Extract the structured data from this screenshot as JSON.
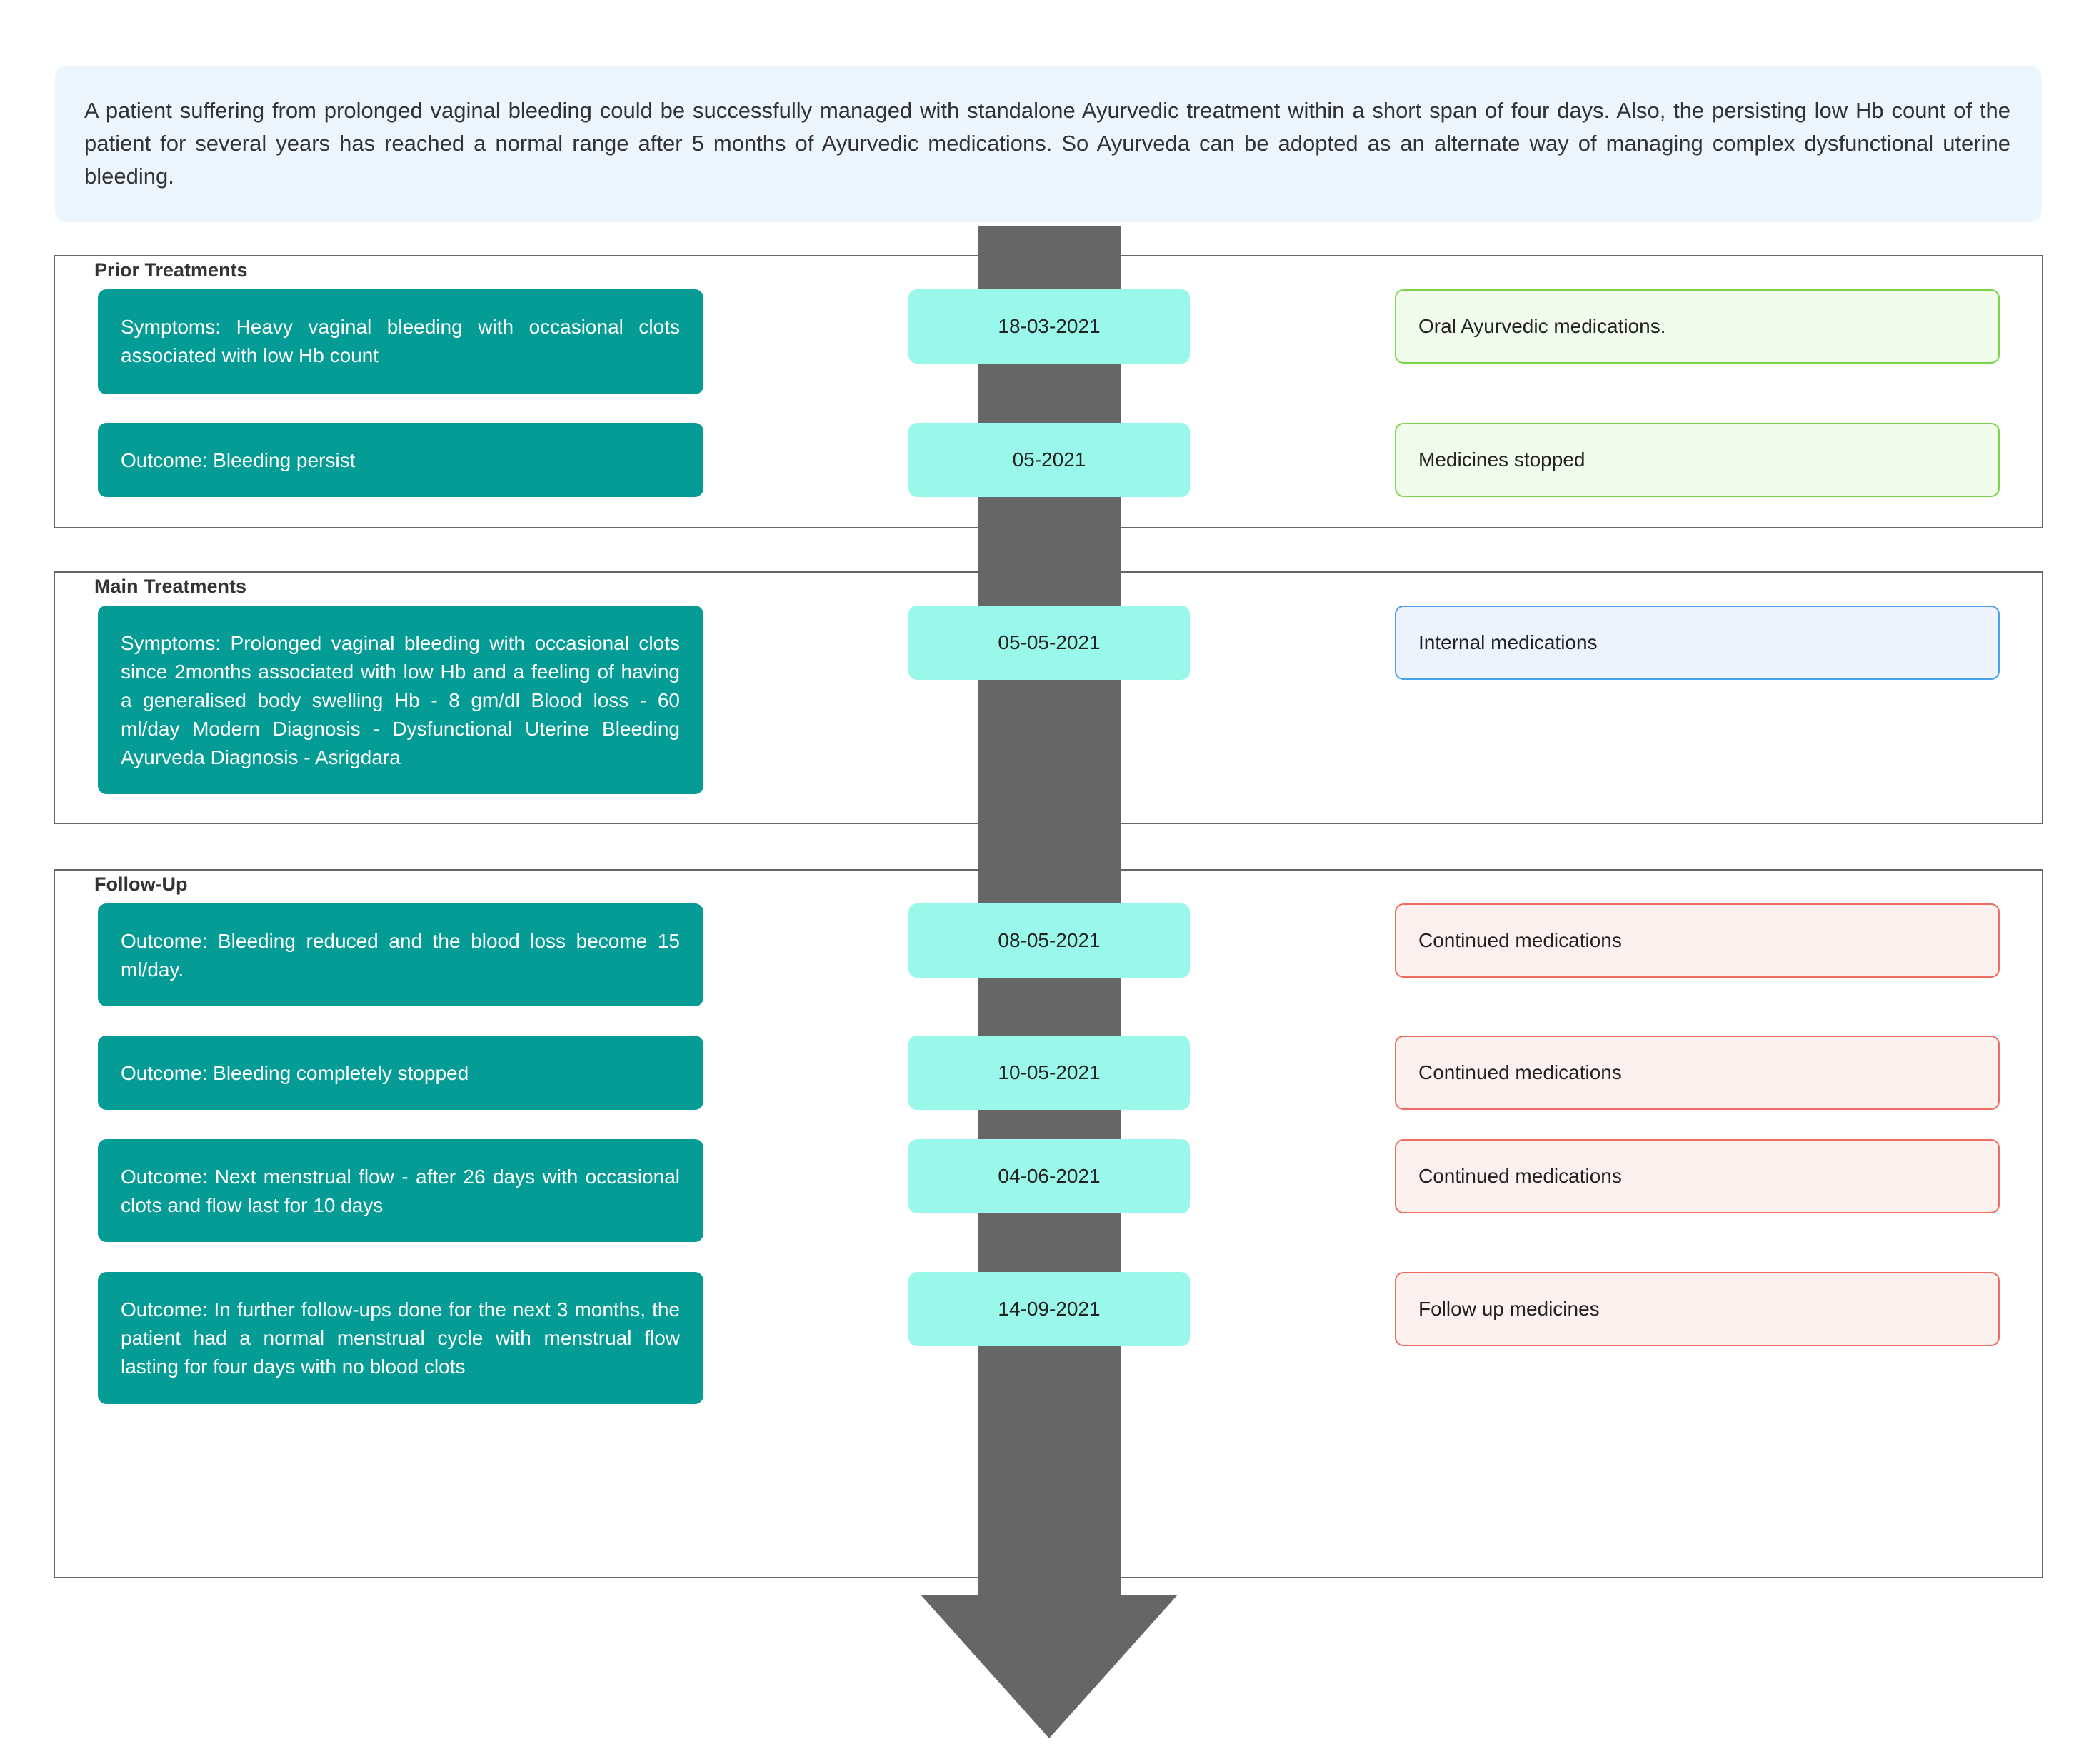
{
  "summary": "A patient suffering from prolonged vaginal bleeding could be successfully managed with standalone Ayurvedic treatment within a short span of four days. Also, the persisting low Hb count of the patient for several years has reached a normal range after 5 months of Ayurvedic medications. So Ayurveda can be adopted as an alternate way of managing complex dysfunctional uterine bleeding.",
  "colors": {
    "left_box": "#069c96",
    "date_box": "#99f8e9",
    "arrow": "#666666",
    "prior_right_border": "#7cd44a",
    "main_right_border": "#4aa2ee",
    "followup_right_border": "#ee6c60"
  },
  "sections": [
    {
      "title": "Prior Treatments",
      "rows": [
        {
          "left": "Symptoms: Heavy vaginal bleeding with occasional clots associated with low Hb count",
          "date": "18-03-2021",
          "right": "Oral Ayurvedic medications."
        },
        {
          "left": "Outcome: Bleeding persist",
          "date": "05-2021",
          "right": "Medicines stopped"
        }
      ]
    },
    {
      "title": "Main Treatments",
      "rows": [
        {
          "left": "Symptoms: Prolonged vaginal bleeding with occasional clots since 2months associated with low Hb and a feeling of having a generalised body swelling Hb - 8 gm/dl Blood loss - 60 ml/day Modern Diagnosis - Dysfunctional Uterine Bleeding Ayurveda Diagnosis - Asrigdara",
          "date": "05-05-2021",
          "right": "Internal medications"
        }
      ]
    },
    {
      "title": "Follow-Up",
      "rows": [
        {
          "left": "Outcome: Bleeding reduced and the blood loss become 15 ml/day.",
          "date": "08-05-2021",
          "right": "Continued medications"
        },
        {
          "left": "Outcome: Bleeding completely stopped",
          "date": "10-05-2021",
          "right": "Continued medications"
        },
        {
          "left": "Outcome: Next menstrual flow - after 26 days with occasional clots and flow last for 10 days",
          "date": "04-06-2021",
          "right": "Continued medications"
        },
        {
          "left": "Outcome: In further follow-ups done for the next 3 months, the patient had a normal menstrual cycle with menstrual flow lasting for four days with no blood clots",
          "date": "14-09-2021",
          "right": "Follow up medicines"
        }
      ]
    }
  ]
}
